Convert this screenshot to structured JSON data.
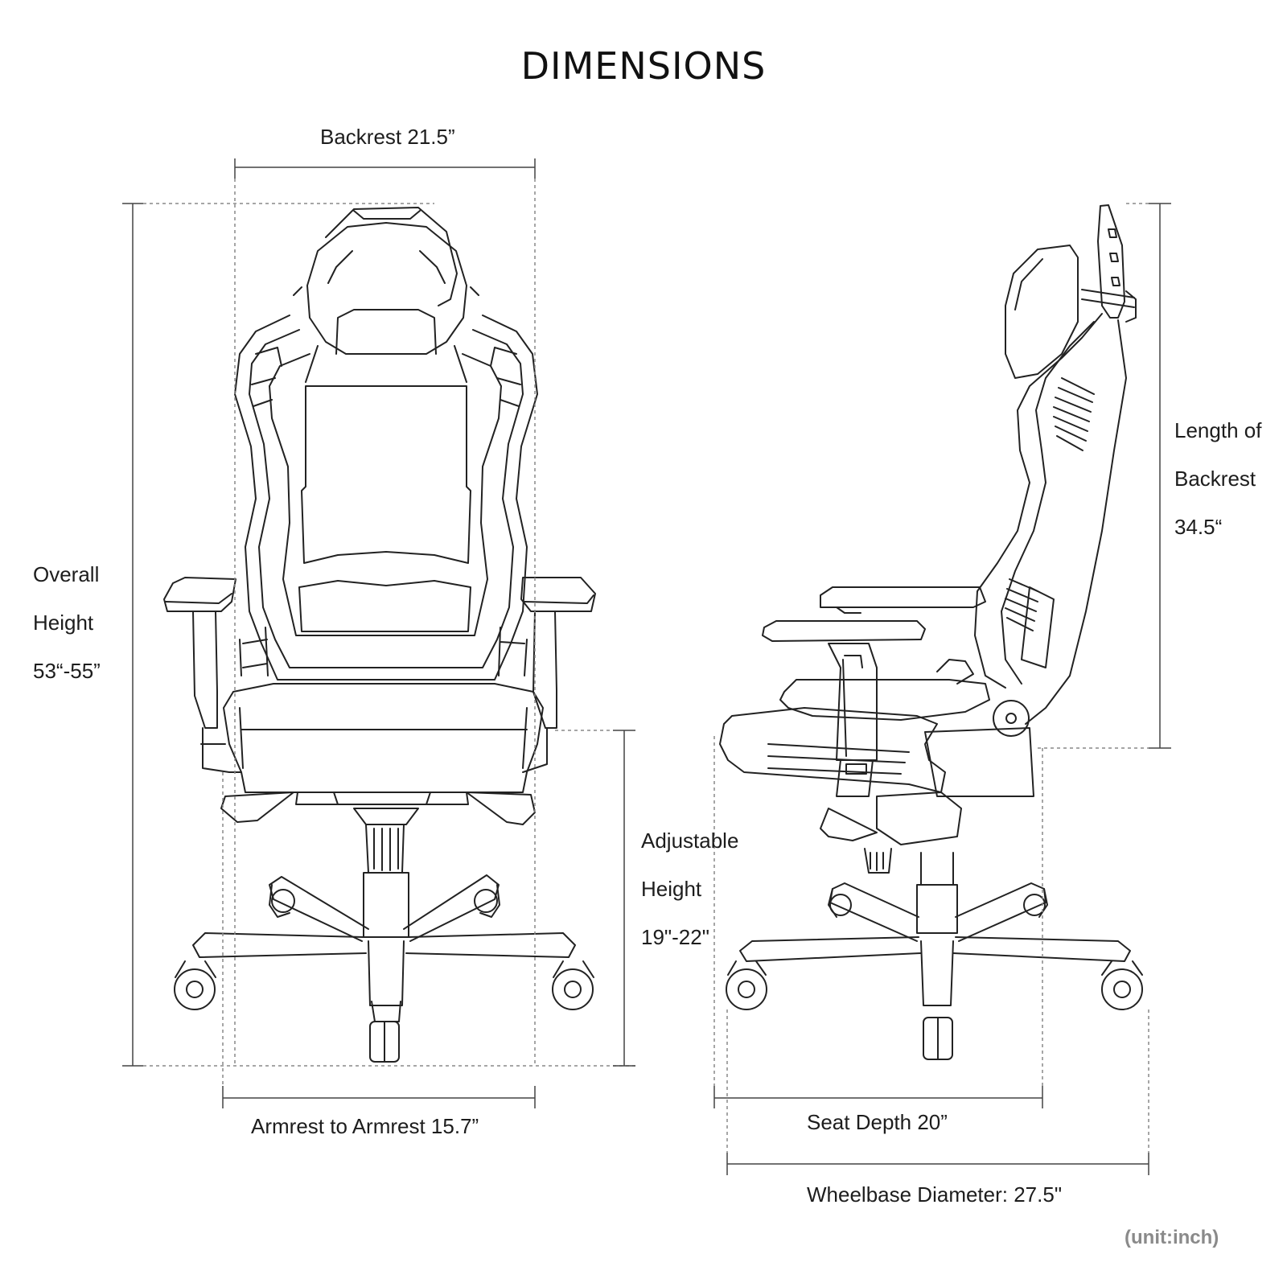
{
  "title": "DIMENSIONS",
  "unit_note": "(unit:inch)",
  "front_view": {
    "backrest_label": "Backrest 21.5”",
    "overall_height": [
      "Overall",
      "Height",
      "53“-55”"
    ],
    "armrest_label": "Armrest to Armrest 15.7”",
    "adjustable_height": [
      "Adjustable",
      "Height",
      "19\"-22\""
    ]
  },
  "side_view": {
    "backrest_length": [
      "Length of",
      "Backrest",
      "34.5“"
    ],
    "seat_depth_label": "Seat Depth 20”",
    "wheelbase_label": "Wheelbase Diameter: 27.5\""
  }
}
